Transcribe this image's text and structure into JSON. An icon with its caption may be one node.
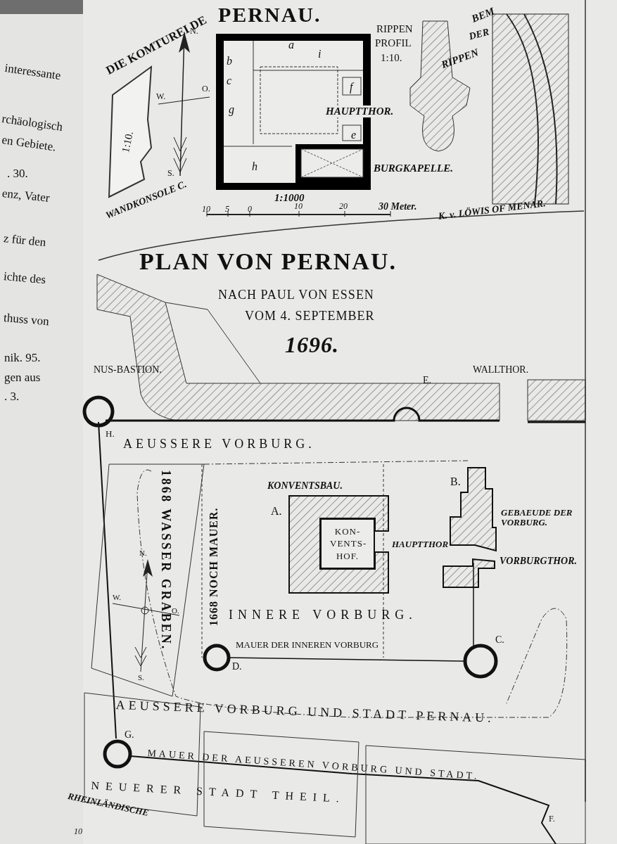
{
  "diagram": {
    "title": "PLAN VON PERNAU.",
    "nodes": [
      {
        "text": [
          "KON- VENTS- HOF."
        ]
      }
    ],
    "labels": [
      "interessante",
      "rchäologisch",
      "en Gebiete.",
      ". 30.",
      "enz, Vater",
      "z für den",
      "ichte des",
      "thuss von",
      "nik. 95.",
      "gen aus",
      ". 3.",
      "DIE KOMTUREI DE",
      "PERNAU.",
      "RIPPEN",
      "PROFIL",
      "1:10.",
      "BEM",
      "DER",
      "RIPPEN",
      "N.",
      "a",
      "i",
      "b",
      "c",
      "W.",
      "O.",
      "f",
      "g",
      "1:10.",
      "HAUPTTHOR.",
      "e",
      "h",
      "BURGKAPELLE.",
      "S.",
      "WANDKONSOLE C.",
      "1:1000",
      "10",
      "5",
      "0",
      "10",
      "20",
      "30 Meter.",
      "K. v. LÖWIS OF MENAR.",
      "NACH PAUL VON ESSEN",
      "VOM 4. SEPTEMBER",
      "1696.",
      "NUS-BASTION.",
      "WALLTHOR.",
      "E.",
      "H.",
      "AEUSSERE VORBURG.",
      "1868 WASSER GRABEN.",
      "1668 NOCH MAUER.",
      "KONVENTSBAU.",
      "A.",
      "HAUPTTHOR",
      "B.",
      "GEBAEUDE DER VORBURG.",
      "VORBURGTHOR.",
      "N.",
      "W.",
      "O.",
      "INNERE VORBURG.",
      "MAUER DER INNEREN VORBURG",
      "C.",
      "S.",
      "D.",
      "AEUSSERE VORBURG UND STADT PERNAU.",
      "G.",
      "MAUER DER AEUSSEREN VORBURG UND STADT.",
      "NEUERER STADT THEIL.",
      "F.",
      "RHEINLÄNDISCHE",
      "10"
    ]
  }
}
